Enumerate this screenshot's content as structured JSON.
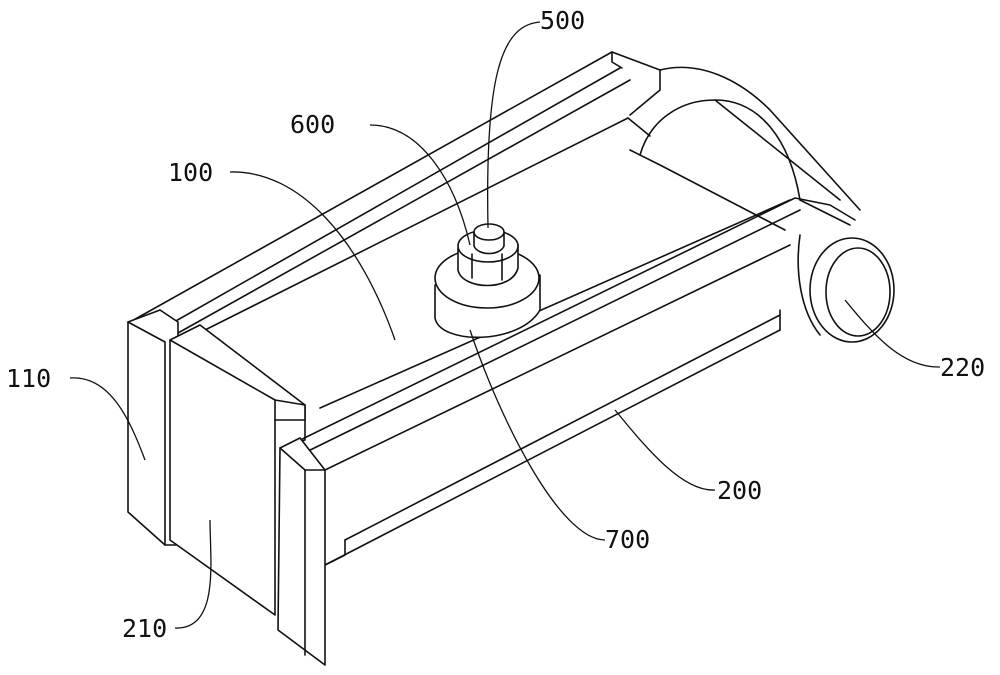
{
  "figure": {
    "labels": {
      "l500": "500",
      "l600": "600",
      "l100": "100",
      "l110": "110",
      "l220": "220",
      "l200": "200",
      "l700": "700",
      "l210": "210"
    }
  }
}
